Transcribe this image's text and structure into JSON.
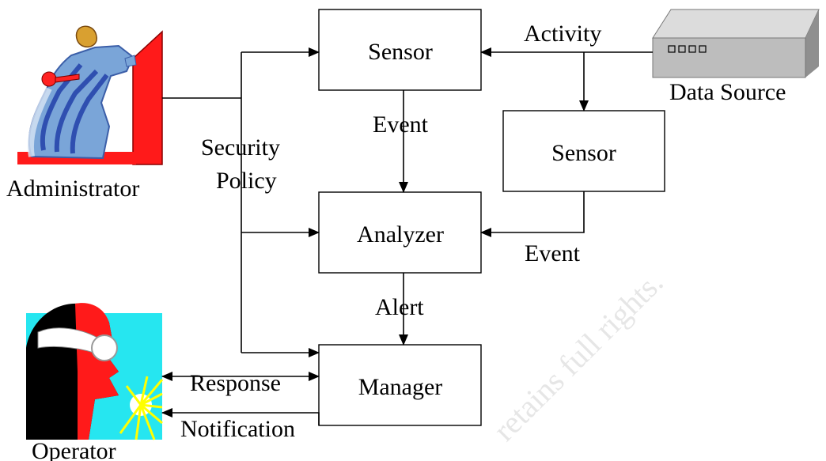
{
  "nodes": {
    "sensor_top": "Sensor",
    "sensor_right": "Sensor",
    "analyzer": "Analyzer",
    "manager": "Manager",
    "data_source": "Data Source",
    "administrator": "Administrator",
    "operator": "Operator"
  },
  "edges": {
    "activity": "Activity",
    "event_top": "Event",
    "event_right": "Event",
    "security_policy_line1": "Security",
    "security_policy_line2": "Policy",
    "alert": "Alert",
    "response": "Response",
    "notification": "Notification"
  },
  "watermark": "retains full rights."
}
